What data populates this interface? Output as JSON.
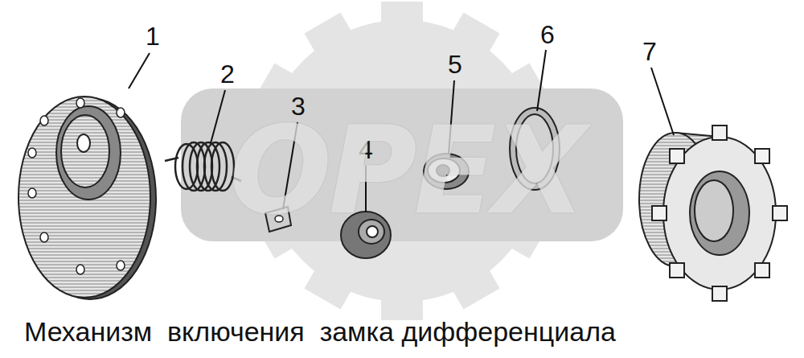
{
  "diagram": {
    "caption": "Механизм  включения  замка дифференциала",
    "labels": [
      "1",
      "2",
      "3",
      "4",
      "5",
      "6",
      "7",
      "ОРЕХ"
    ]
  }
}
